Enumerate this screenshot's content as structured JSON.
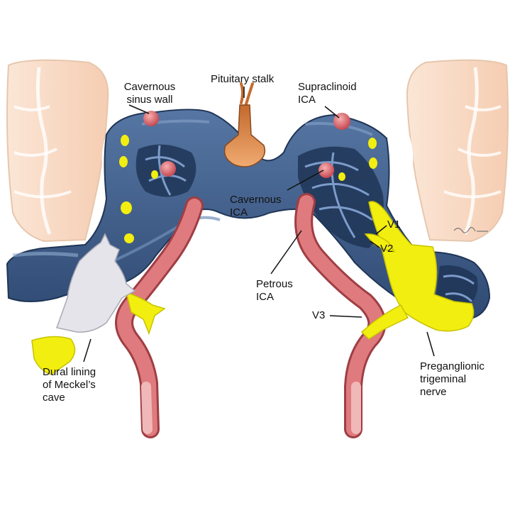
{
  "colors": {
    "background": "#ffffff",
    "brain": "#f8d8c0",
    "brain_outline": "#e6c7ad",
    "sinus": "#3f5f8c",
    "sinus_dark": "#1f3556",
    "sinus_light": "#6f8fb8",
    "artery": "#d86a6e",
    "artery_light": "#f0b8b8",
    "nerve": "#f2ee10",
    "stalk": "#d98a4a",
    "dura": "#e4e4ea",
    "leader": "#111111"
  },
  "labels": {
    "cavernous_sinus_wall": [
      "Cavernous",
      "sinus wall"
    ],
    "pituitary_stalk": "Pituitary stalk",
    "supraclinoid_ica": [
      "Supraclinoid",
      "ICA"
    ],
    "cavernous_ica": [
      "Cavernous",
      "ICA"
    ],
    "petrous_ica": [
      "Petrous",
      "ICA"
    ],
    "v1": "V1",
    "v2": "V2",
    "v3": "V3",
    "dural_lining": [
      "Dural lining",
      "of Meckel’s",
      "cave"
    ],
    "preganglionic_trigeminal_nerve": [
      "Preganglionic",
      "trigeminal",
      "nerve"
    ]
  },
  "icons": [
    "brain-lobe-icon",
    "cavernous-sinus-icon",
    "carotid-artery-icon",
    "trigeminal-nerve-icon",
    "pituitary-stalk-icon",
    "dural-pouch-icon",
    "artist-signature-icon"
  ]
}
